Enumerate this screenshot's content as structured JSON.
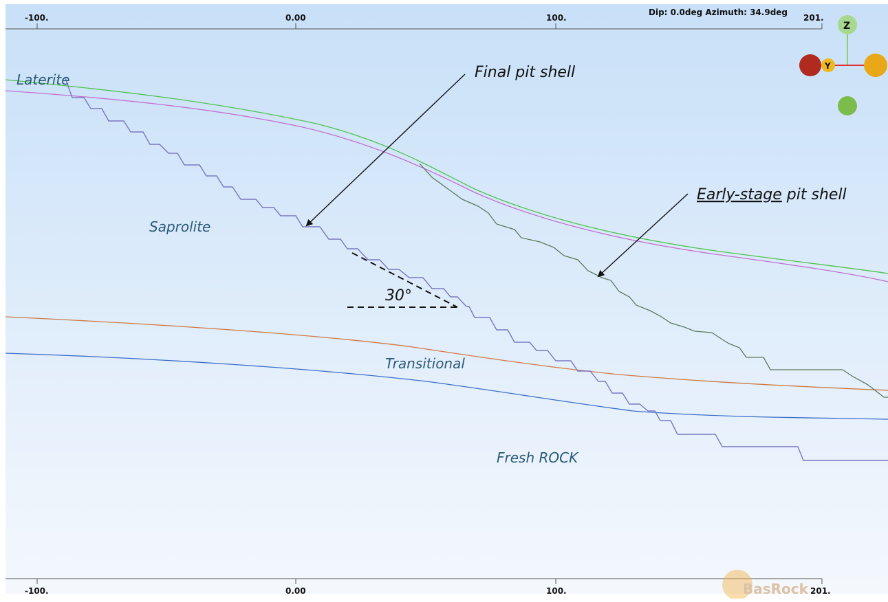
{
  "hud": {
    "view_info": "Dip: 0.0deg  Azimuth: 34.9deg"
  },
  "ruler_top": {
    "ticks": [
      "-100.",
      "0.00",
      "100.",
      "201."
    ]
  },
  "ruler_bottom": {
    "ticks": [
      "-100.",
      "0.00",
      "100.",
      "201."
    ]
  },
  "layers": {
    "laterite": "Laterite",
    "saprolite": "Saprolite",
    "transitional": "Transitional",
    "fresh_rock": "Fresh ROCK"
  },
  "annotations": {
    "final_pit": "Final pit shell",
    "early_stage_underlined": "Early-stage",
    "early_stage_rest": " pit shell",
    "slope_angle": "30°"
  },
  "axes_gizmo": {
    "z_label": "Z",
    "y_label": "Y"
  },
  "watermark": "BasRock",
  "colors": {
    "bg_top": "#c8e0f8",
    "bg_bottom": "#f4f8fd",
    "green_line": "#4ec24e",
    "magenta_line": "#c070d0",
    "orange_line": "#d07840",
    "blue_line": "#3a6cc8",
    "final_pit": "#7a78c0",
    "early_pit": "#5a7a5a",
    "label_color": "#2a5a78"
  }
}
